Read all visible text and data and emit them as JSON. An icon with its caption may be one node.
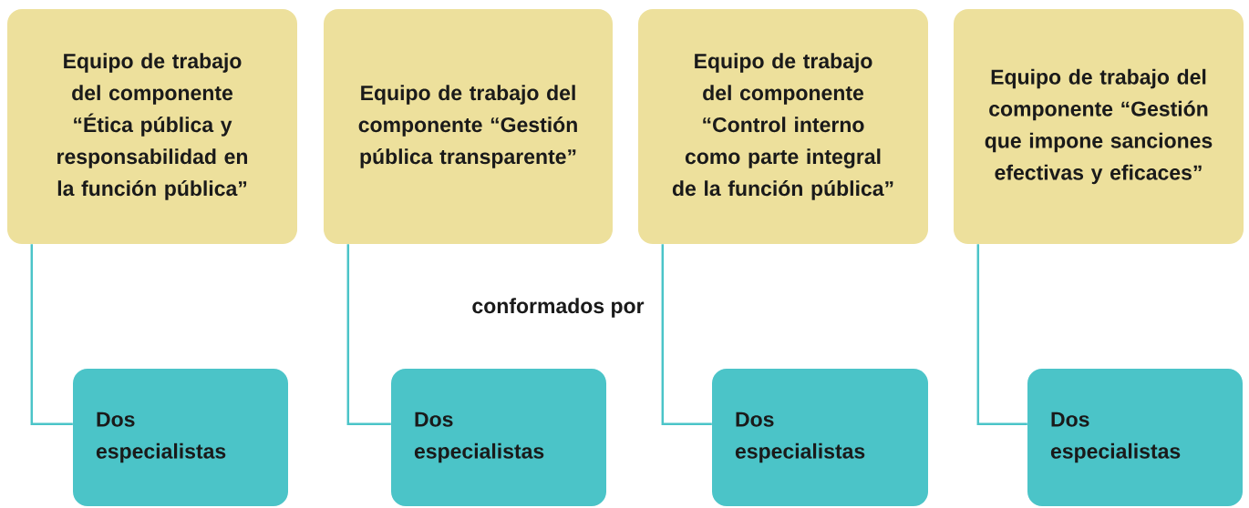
{
  "diagram": {
    "nodes": [
      {
        "text": [
          "Equipo de trabajo del componente “Ética pública y responsabilidad en la función pública”"
        ]
      },
      {
        "text": [
          "Equipo de trabajo del componente “Gestión pública transparente”"
        ]
      },
      {
        "text": [
          "Equipo de trabajo del componente “Control interno como parte integral de la función pública”"
        ]
      },
      {
        "text": [
          "Equipo de trabajo del componente “Gestión que impone sanciones efectivas y eficaces”"
        ]
      },
      {
        "text": [
          "Dos especialistas"
        ]
      },
      {
        "text": [
          "Dos especialistas"
        ]
      },
      {
        "text": [
          "Dos especialistas"
        ]
      },
      {
        "text": [
          "Dos especialistas"
        ]
      }
    ],
    "edges": [
      {
        "from": 0,
        "to": 4,
        "arrow": "none"
      },
      {
        "from": 1,
        "to": 5,
        "arrow": "none"
      },
      {
        "from": 2,
        "to": 6,
        "arrow": "none"
      },
      {
        "from": 3,
        "to": 7,
        "arrow": "none"
      }
    ],
    "labels": [
      "conformados por"
    ]
  }
}
